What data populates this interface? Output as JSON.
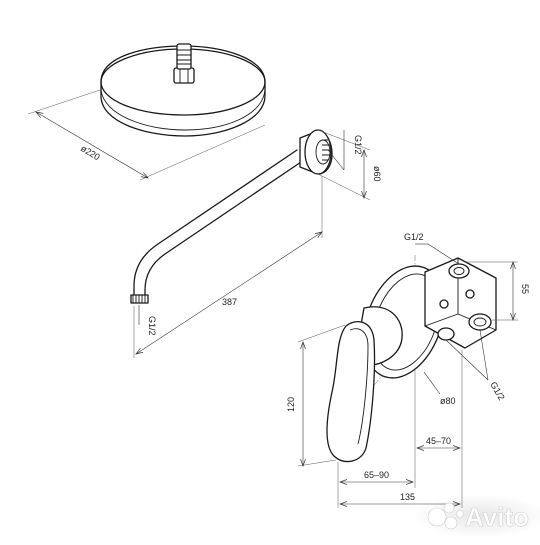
{
  "labels": {
    "shower_diameter": "ø220",
    "arm_thread": "G1/2",
    "arm_flange_diameter": "ø60",
    "arm_outlet_thread": "G1/2",
    "arm_length": "387",
    "valve_top_thread": "G1/2",
    "valve_side_thread": "G1/2",
    "valve_height_offset": "55",
    "handle_height": "120",
    "plate_diameter": "ø80",
    "depth_range_a": "65–90",
    "depth_range_b": "45–70",
    "total_depth": "135"
  },
  "watermark": {
    "brand": "Avito",
    "icon": "avito-dots-icon"
  }
}
